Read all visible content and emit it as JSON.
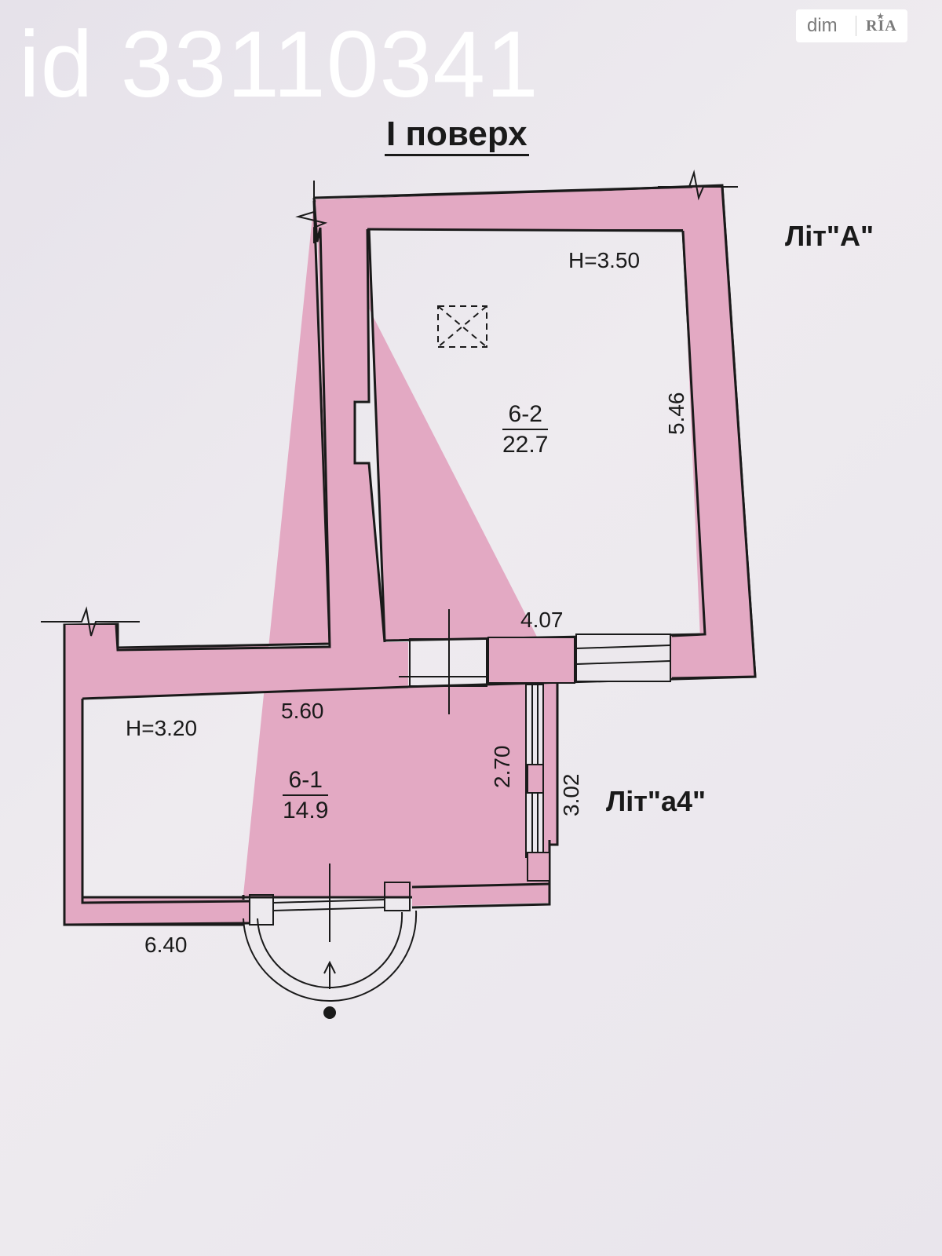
{
  "watermark": {
    "text": "id 33110341"
  },
  "brand": {
    "left": "dim",
    "right": "RIA"
  },
  "title": "І поверх",
  "building_labels": {
    "main": "Літ\"А\"",
    "annex": "Літ\"а4\""
  },
  "rooms": [
    {
      "number": "6-2",
      "area": "22.7",
      "height_label": "H=3.50"
    },
    {
      "number": "6-1",
      "area": "14.9",
      "height_label": "H=3.20"
    }
  ],
  "dimensions": {
    "room_6_2_length": "5.46",
    "room_6_2_width": "4.07",
    "room_6_1_width": "5.60",
    "room_6_1_inner": "2.70",
    "annex_outer": "3.02",
    "annex_total": "6.40"
  },
  "colors": {
    "wall_fill": "#e3a9c3",
    "line": "#1a1a1a",
    "paper": "#e9e5ec"
  }
}
